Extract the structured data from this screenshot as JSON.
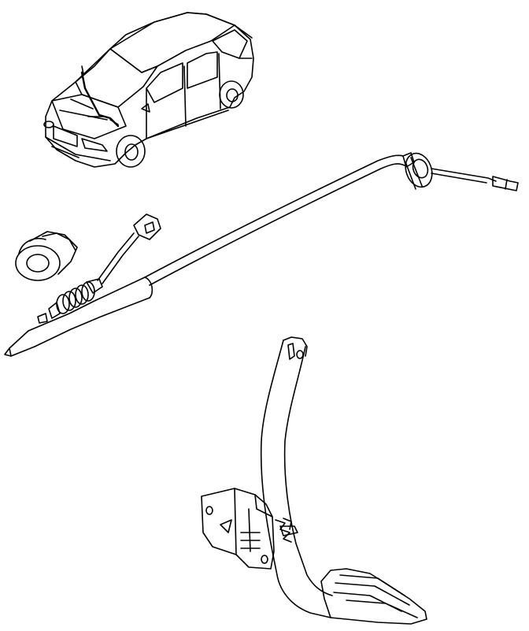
{
  "diagram": {
    "style": "black-and-white exploded parts line drawing",
    "colors": {
      "ink": "#000000",
      "paper": "#ffffff"
    },
    "parts": [
      {
        "id": "vehicle",
        "icon": "sedan-car-icon"
      },
      {
        "id": "accelerator-cable",
        "icon": "cable-icon"
      },
      {
        "id": "grommet",
        "icon": "grommet-icon"
      },
      {
        "id": "accelerator-pedal",
        "icon": "pedal-icon"
      }
    ]
  }
}
